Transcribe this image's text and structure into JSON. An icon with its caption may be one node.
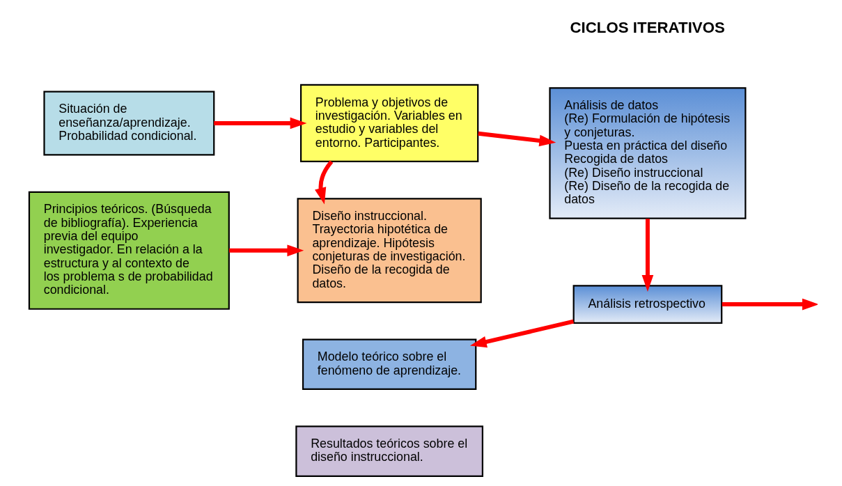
{
  "diagram": {
    "nodes": [
      {
        "text": [
          "Situación de enseñanza/aprendizaje. Probabilidad condicional."
        ]
      },
      {
        "text": [
          "Problema y objetivos de investigación. Variables en estudio y variables del entorno. Participantes."
        ]
      },
      {
        "text": [
          "Análisis de datos",
          "(Re) Formulación de hipótesis y conjeturas.",
          "Puesta en práctica del diseño",
          "Recogida de datos",
          "(Re) Diseño instruccional",
          "(Re) Diseño de la recogida de datos"
        ]
      },
      {
        "text": [
          "Principios teóricos. (Búsqueda de bibliografía). Experiencia previa del equipo investigador. En relación a la estructura y al contexto de los problema s de probabilidad condicional."
        ]
      },
      {
        "text": [
          "Diseño instruccional. Trayectoria hipotética de aprendizaje. Hipótesis conjeturas de investigación. Diseño de la recogida de datos."
        ]
      },
      {
        "text": [
          "Análisis retrospectivo"
        ]
      },
      {
        "text": [
          "Modelo teórico sobre el fenómeno de aprendizaje."
        ]
      },
      {
        "text": [
          "Resultados teóricos sobre el diseño instruccional."
        ]
      }
    ],
    "edges": [
      {
        "from": 0,
        "to": 1,
        "arrow": "to"
      },
      {
        "from": 1,
        "to": 2,
        "arrow": "to"
      },
      {
        "from": 1,
        "to": 4,
        "arrow": "to"
      },
      {
        "from": 3,
        "to": 4,
        "arrow": "to"
      },
      {
        "from": 2,
        "to": 5,
        "arrow": "to"
      },
      {
        "from": 5,
        "to": 6,
        "arrow": "to"
      },
      {
        "from": 5,
        "to": null,
        "arrow": "to"
      }
    ],
    "labels": [
      "CICLOS ITERATIVOS"
    ]
  }
}
